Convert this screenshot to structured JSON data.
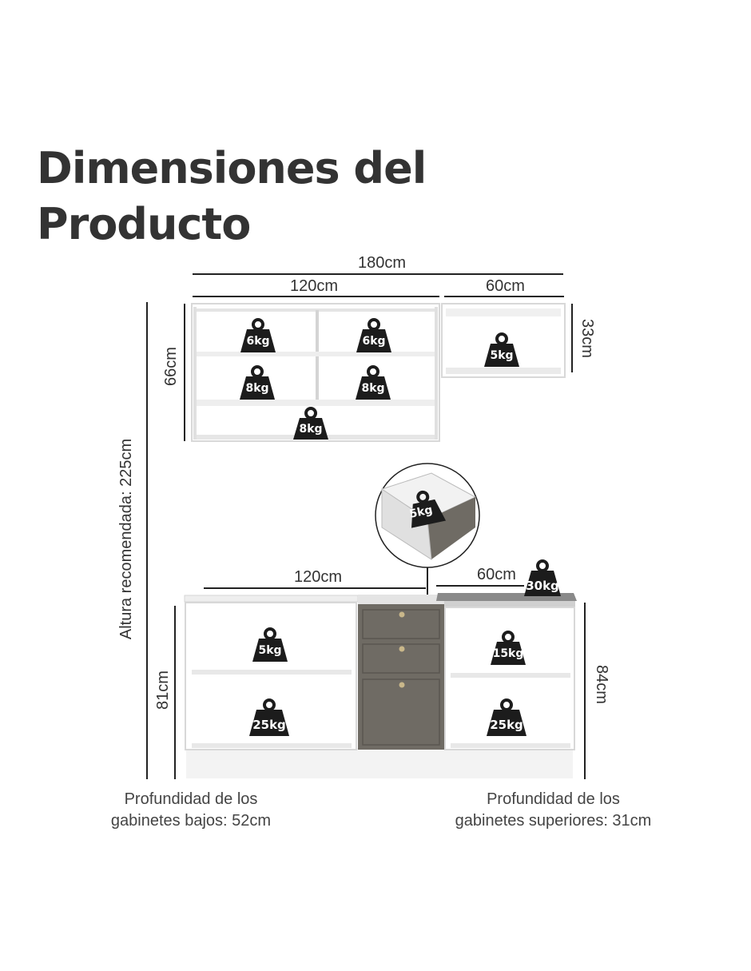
{
  "title": {
    "line1": "Dimensiones del",
    "line2": "Producto"
  },
  "colors": {
    "text": "#333333",
    "line": "#222222",
    "cabinet": "#ffffff",
    "door": "#6f6b64",
    "counter": "#8a8a8a",
    "weight_icon": "#1c1c1c"
  },
  "dimensions": {
    "total_width": "180cm",
    "upper_left_width": "120cm",
    "upper_right_width": "60cm",
    "upper_left_height": "66cm",
    "upper_right_height": "33cm",
    "recommended_height": "Altura recomendada: 225cm",
    "lower_left_width": "120cm",
    "lower_right_width": "60cm",
    "lower_left_height": "81cm",
    "lower_right_height": "84cm"
  },
  "weights": {
    "upper_tl": "6kg",
    "upper_tr": "6kg",
    "upper_ml": "8kg",
    "upper_mr": "8kg",
    "upper_bottom": "8kg",
    "upper_small": "5kg",
    "drawer": "5kg",
    "counter": "30kg",
    "lower_left_top": "5kg",
    "lower_left_bottom": "25kg",
    "lower_right_top": "15kg",
    "lower_right_bottom": "25kg"
  },
  "notes": {
    "lower_depth": [
      "Profundidad de los",
      "gabinetes bajos: 52cm"
    ],
    "upper_depth": [
      "Profundidad de los",
      "gabinetes superiores: 31cm"
    ]
  }
}
